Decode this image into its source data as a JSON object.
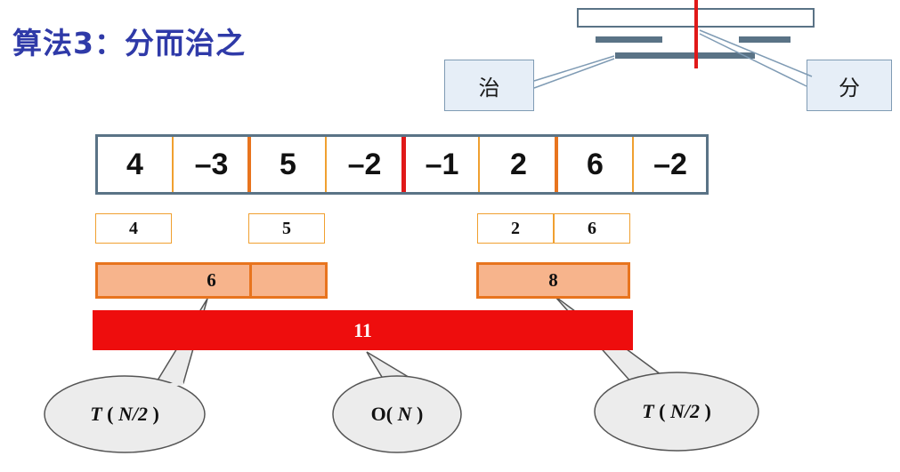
{
  "title": "算法3：分而治之",
  "legend": {
    "conquer_label": "治",
    "divide_label": "分"
  },
  "array": {
    "values": [
      "4",
      "–3",
      "5",
      "–2",
      "–1",
      "2",
      "6",
      "–2"
    ]
  },
  "level1": {
    "left_a": "4",
    "left_b": "5",
    "right_a": "2",
    "right_b": "6"
  },
  "level2": {
    "left_sum": "6",
    "right_sum": "8"
  },
  "total": {
    "sum": "11"
  },
  "bubbles": {
    "left": {
      "prefix": "T",
      "arg": "N/2"
    },
    "middle": {
      "prefix": "O(",
      "arg": "N"
    },
    "right": {
      "prefix": "T",
      "arg": "N/2"
    }
  },
  "colors": {
    "title": "#2f3aa8",
    "array_border": "#5a7386",
    "orange_divider": "#e8741e",
    "red_divider": "#e01919",
    "sum_fill": "#f7b48c",
    "total_fill": "#ee0d0d"
  }
}
